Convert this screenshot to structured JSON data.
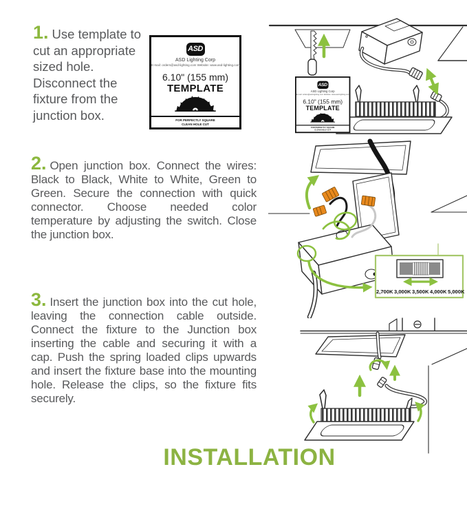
{
  "colors": {
    "accent_green": "#8CB83E",
    "arrow_green": "#8CC140",
    "text_gray": "#58595B",
    "connector_orange": "#E8891D"
  },
  "steps": [
    {
      "number": "1.",
      "text": "Use template to cut an appropriate sized hole. Disconnect the fixture from the junction box."
    },
    {
      "number": "2.",
      "text": "Open junction box. Connect the wires: Black to Black, White to White, Green to Green. Secure the connection with quick connector. Choose needed color temperature by adjusting the switch. Close the junction box."
    },
    {
      "number": "3.",
      "text": "Insert the junction box into the cut hole, leaving the connection cable outside. Connect the fixture to the Junction box inserting the cable and securing it with a cap. Push the spring loaded clips upwards and insert the fixture base into the mounting hole. Release the clips, so the fixture fits securely."
    }
  ],
  "template_card": {
    "logo": "ASD",
    "company": "ASD Lighting Corp",
    "contact": "E-mail: orders@asd-lighting.com  Website: www.asd-lighting.com",
    "size": "6.10\" (155 mm)",
    "title": "TEMPLATE",
    "foot1": "FOR PERFECTLY SQUARE",
    "foot2": "CLEAN HOLE CUT"
  },
  "callout": {
    "labels": [
      "2,700K",
      "3,000K",
      "3,500K",
      "4,000K",
      "5,000K"
    ]
  },
  "page": {
    "title": "INSTALLATION"
  }
}
